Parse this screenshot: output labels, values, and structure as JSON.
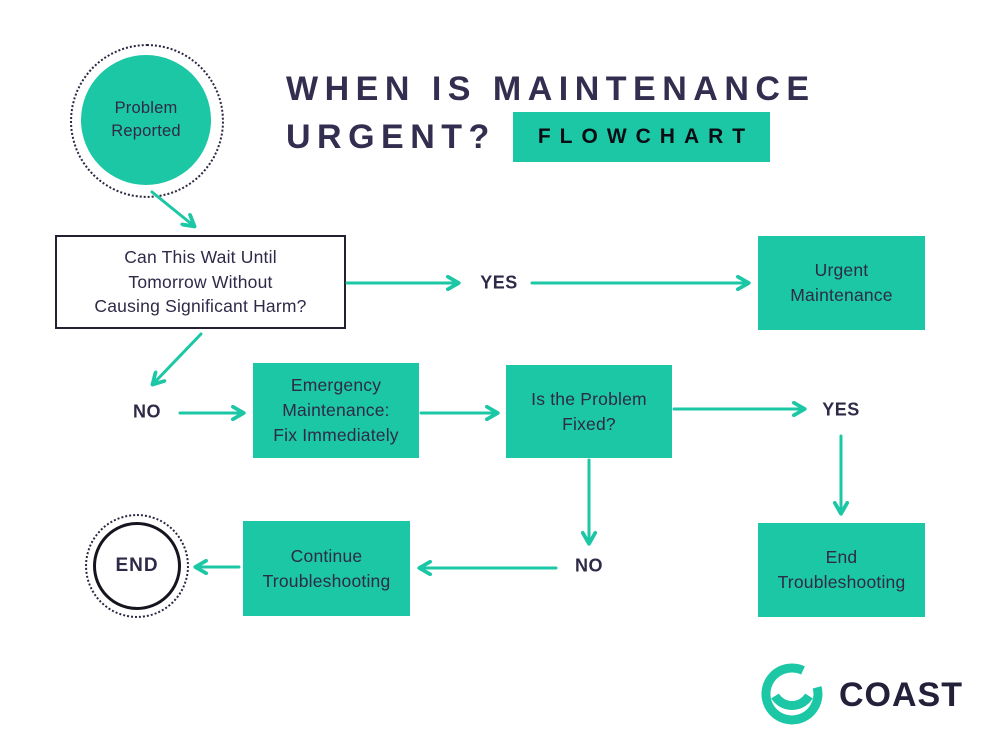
{
  "title": {
    "line1": "WHEN IS MAINTENANCE",
    "line2": "URGENT?",
    "badge": "FLOWCHART"
  },
  "nodes": {
    "start": [
      "Problem",
      "Reported"
    ],
    "decision": [
      "Can This Wait Until",
      "Tomorrow Without",
      "Causing Significant Harm?"
    ],
    "urgent": [
      "Urgent",
      "Maintenance"
    ],
    "emergency": [
      "Emergency",
      "Maintenance:",
      "Fix Immediately"
    ],
    "is_fixed": [
      "Is the Problem",
      "Fixed?"
    ],
    "end_troubleshooting": [
      "End",
      "Troubleshooting"
    ],
    "continue_troubleshooting": [
      "Continue",
      "Troubleshooting"
    ],
    "end": "END"
  },
  "labels": {
    "yes_urgent": "YES",
    "no_emergency": "NO",
    "yes_end": "YES",
    "no_continue": "NO"
  },
  "edges": [
    {
      "from": "start",
      "to": "decision",
      "label": ""
    },
    {
      "from": "decision",
      "to": "urgent",
      "label": "YES"
    },
    {
      "from": "decision",
      "to": "emergency",
      "label": "NO"
    },
    {
      "from": "emergency",
      "to": "is_fixed",
      "label": ""
    },
    {
      "from": "is_fixed",
      "to": "end_troubleshooting",
      "label": "YES"
    },
    {
      "from": "is_fixed",
      "to": "continue_troubleshooting",
      "label": "NO"
    },
    {
      "from": "continue_troubleshooting",
      "to": "end",
      "label": ""
    }
  ],
  "logo": {
    "text": "COAST"
  },
  "colors": {
    "teal": "#1bc7a4",
    "navy_text": "#2e2a48",
    "title_text": "#332e4f",
    "badge_text": "#0c0c14",
    "background": "#ffffff"
  }
}
